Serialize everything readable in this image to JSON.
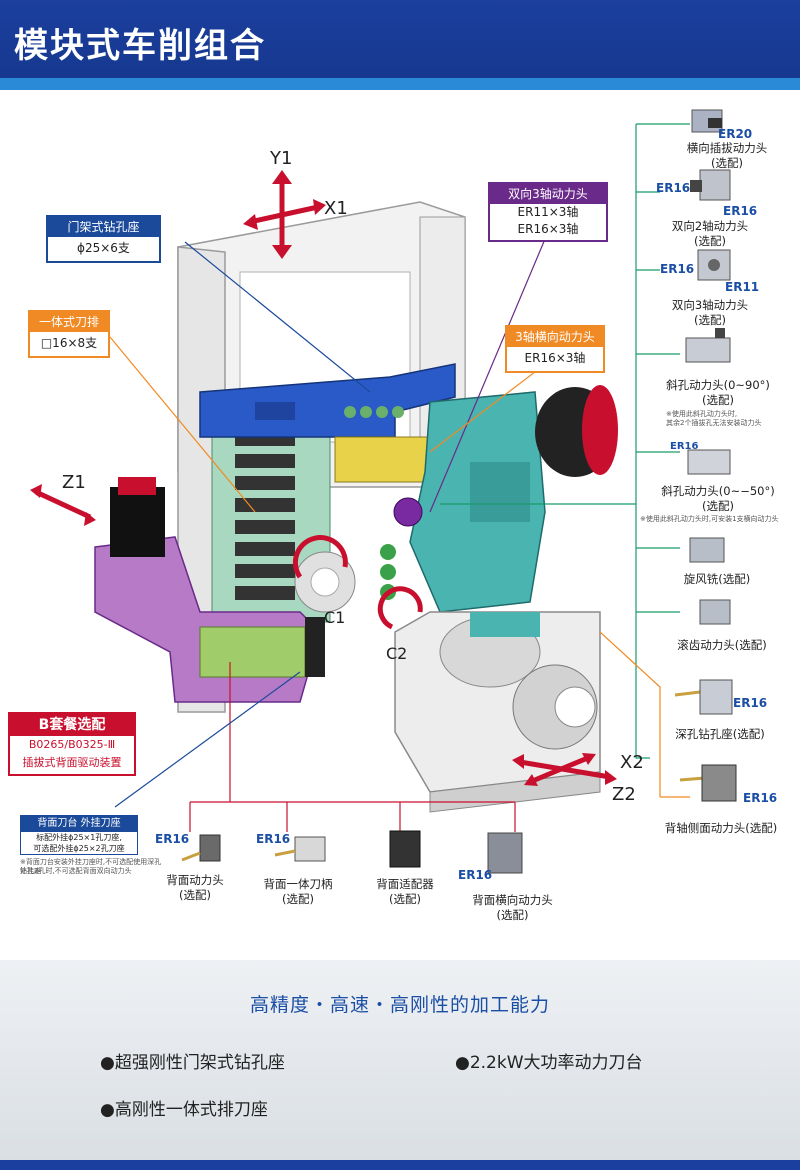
{
  "header": {
    "title": "模块式车削组合"
  },
  "axes": {
    "y1": "Y1",
    "x1": "X1",
    "z1": "Z1",
    "c1": "C1",
    "c2": "C2",
    "x2": "X2",
    "z2": "Z2"
  },
  "callouts": {
    "gantry": {
      "title": "门架式钻孔座",
      "spec": "ϕ25×6支"
    },
    "gang": {
      "title": "一体式刀排",
      "spec": "□16×8支"
    },
    "biaxial": {
      "title": "双向3轴动力头",
      "spec1": "ER11×3轴",
      "spec2": "ER16×3轴"
    },
    "cross3": {
      "title": "3轴横向动力头",
      "spec": "ER16×3轴"
    },
    "packageB": {
      "title": "B套餐选配",
      "line1": "B0265/B0325-Ⅲ",
      "line2": "插拔式背面驱动装置"
    },
    "backrest": {
      "title": "背面刀台 外挂刀座",
      "line1": "标配外挂ϕ25×1孔刀座,",
      "line2": "可选配外挂ϕ25×2孔刀座",
      "note1": "※背面刀台安装外挂刀座时,不可选配使用深孔钻孔座",
      "note2": "外挂2孔时,不可选配背面双向动力头"
    }
  },
  "right_options": [
    {
      "er": "ER20",
      "label1": "横向插拔动力头",
      "label2": "(选配)"
    },
    {
      "er_a": "ER16",
      "er_b": "ER16",
      "label1": "双向2轴动力头",
      "label2": "(选配)"
    },
    {
      "er_a": "ER16",
      "er_b": "ER11",
      "label1": "双向3轴动力头",
      "label2": "(选配)"
    },
    {
      "label1": "斜孔动力头(0~90°)",
      "label2": "(选配)",
      "note1": "※使用此斜孔动力头时,",
      "note2": "其余2个插拔孔无法安装动力头"
    },
    {
      "er": "ER16",
      "label1": "斜孔动力头(0~−50°)",
      "label2": "(选配)",
      "note1": "※使用此斜孔动力头时,可安装1支横向动力头"
    },
    {
      "label1": "旋风铣(选配)"
    },
    {
      "label1": "滚齿动力头(选配)"
    },
    {
      "er": "ER16",
      "label1": "深孔钻孔座(选配)"
    },
    {
      "er": "ER16",
      "label1": "背轴侧面动力头(选配)"
    }
  ],
  "bottom_options": [
    {
      "er": "ER16",
      "label1": "背面动力头",
      "label2": "(选配)"
    },
    {
      "er": "ER16",
      "label1": "背面一体刀柄",
      "label2": "(选配)"
    },
    {
      "label1": "背面适配器",
      "label2": "(选配)"
    },
    {
      "er": "ER16",
      "label1": "背面横向动力头",
      "label2": "(选配)"
    }
  ],
  "features": {
    "headline": "高精度・高速・高刚性的加工能力",
    "f1": "●超强刚性门架式钻孔座",
    "f2": "●2.2kW大功率动力刀台",
    "f3": "●高刚性一体式排刀座"
  },
  "colors": {
    "brand_blue": "#1b3f9e",
    "accent_orange": "#f08a24",
    "accent_purple": "#6a2a8a",
    "accent_green": "#1a9a6a",
    "accent_red": "#c8102e"
  }
}
